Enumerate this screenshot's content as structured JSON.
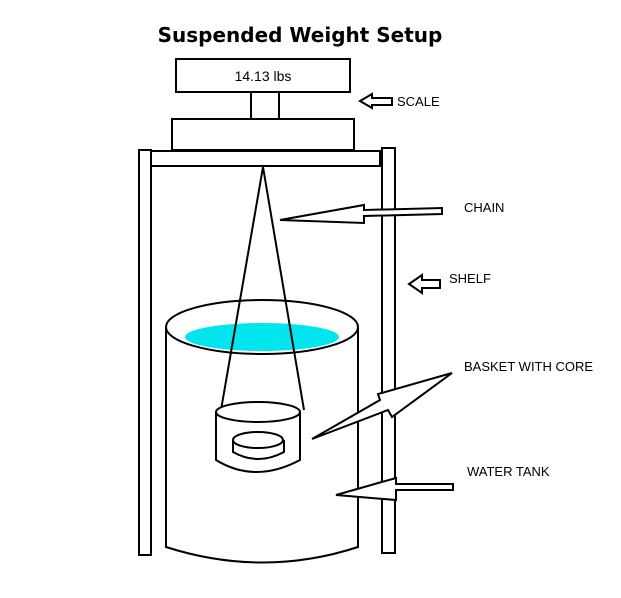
{
  "title": "Suspended Weight Setup",
  "scale_reading": "14.13 lbs",
  "labels": {
    "scale": "SCALE",
    "chain": "CHAIN",
    "shelf": "SHELF",
    "basket": "BASKET WITH CORE",
    "tank": "WATER TANK"
  },
  "colors": {
    "water": "#00e5ee",
    "outline": "#000000"
  }
}
